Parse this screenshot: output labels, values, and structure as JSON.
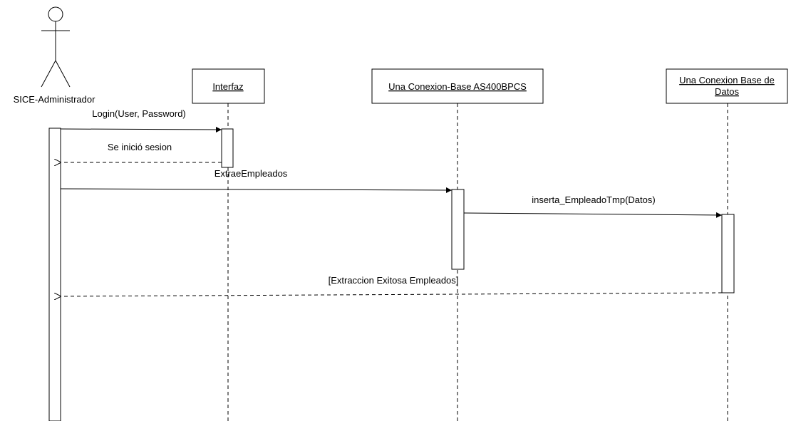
{
  "actor": {
    "name": "SICE-Administrador"
  },
  "lifelines": [
    {
      "id": "interfaz",
      "label": "Interfaz"
    },
    {
      "id": "as400",
      "label": "Una Conexion-Base AS400BPCS"
    },
    {
      "id": "bd",
      "label_line1": "Una Conexion Base de",
      "label_line2": "Datos"
    }
  ],
  "messages": [
    {
      "label": "Login(User, Password)",
      "kind": "sync"
    },
    {
      "label": "Se inició sesion",
      "kind": "return"
    },
    {
      "label": "ExtraeEmpleados",
      "kind": "sync"
    },
    {
      "label": "inserta_EmpleadoTmp(Datos)",
      "kind": "sync"
    },
    {
      "label": "[Extraccion Exitosa Empleados]",
      "kind": "return"
    }
  ]
}
